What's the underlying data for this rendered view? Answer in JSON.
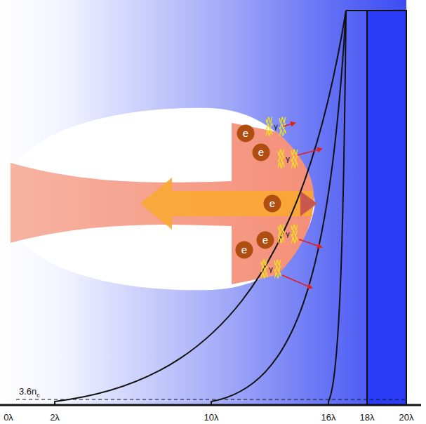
{
  "diagram": {
    "nodes": [
      {
        "text": [
          "e"
        ]
      },
      {
        "text": [
          "e"
        ]
      },
      {
        "text": [
          "e"
        ]
      },
      {
        "text": [
          "e"
        ]
      },
      {
        "text": [
          "e"
        ]
      }
    ],
    "labels": [
      "γ",
      "γ",
      "γ",
      "γ",
      "3.6n",
      "c",
      "0λ",
      "2λ",
      "10λ",
      "16λ",
      "18λ",
      "20λ"
    ]
  }
}
